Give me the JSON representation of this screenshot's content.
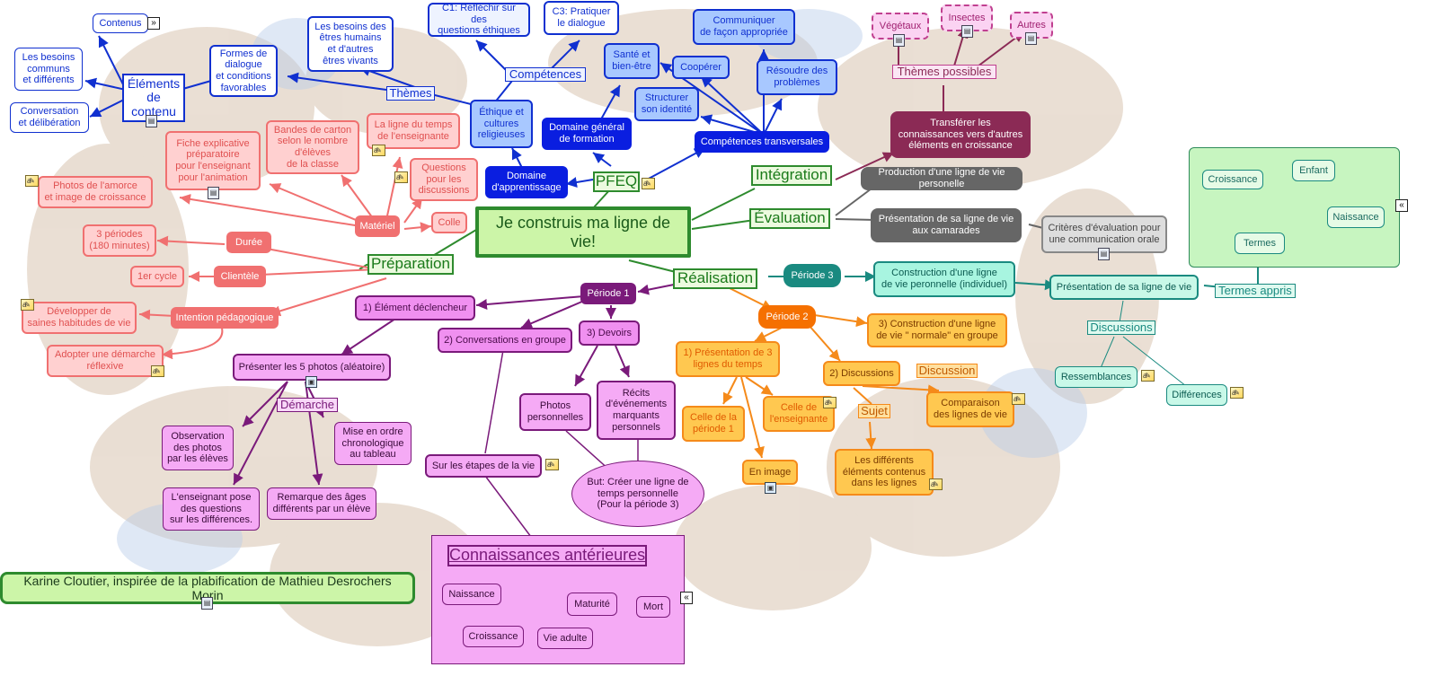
{
  "center": "Je construis ma ligne de vie!",
  "branches": {
    "preparation": "Préparation",
    "pfeq": "PFEQ",
    "realisation": "Réalisation",
    "integration": "Intégration",
    "evaluation": "Évaluation"
  },
  "labels": {
    "elements_contenu": "Éléments\nde contenu",
    "themes": "Thèmes",
    "competences": "Compétences",
    "themes_possibles": "Thèmes possibles",
    "demarche": "Démarche",
    "discussions": "Discussions",
    "discussion": "Discussion",
    "sujet": "Sujet",
    "termes_appris": "Termes appris",
    "connaissances": "Connaissances antérieures",
    "credit": "Karine Cloutier, inspirée de la plabification de Mathieu Desrochers Morin"
  },
  "nodes": {
    "contenus": "Contenus",
    "besoins_communs": "Les besoins\ncommuns\net différents",
    "conversation": "Conversation\net délibération",
    "formes_dialogue": "Formes de\ndialogue\net conditions\nfavorables",
    "besoins_humains": "Les besoins des\nêtres humains\net d'autres\nêtres vivants",
    "c1": "C1: Réfléchir sur des\nquestions éthiques",
    "c3": "C3: Pratiquer\nle dialogue",
    "ethique": "Éthique et\ncultures\nreligieuses",
    "sante": "Santé et\nbien-être",
    "communiquer": "Communiquer\nde façon appropriée",
    "cooperer": "Coopérer",
    "resoudre": "Résoudre des\nproblèmes",
    "structurer": "Structurer\nson identité",
    "domaine_general": "Domaine général\nde formation",
    "competences_transversales": "Compétences transversales",
    "domaine_apprentissage": "Domaine\nd'apprentissage",
    "vegetaux": "Végétaux",
    "insectes": "Insectes",
    "autres": "Autres",
    "transferer": "Transférer les\nconnaissances vers d'autres\néléments en croissance",
    "production": "Production d'une ligne de vie personelle",
    "presentation_camarades": "Présentation de sa ligne de vie\naux camarades",
    "criteres": "Critères d'évaluation pour\nune communication orale",
    "croissance_t": "Croissance",
    "enfant": "Enfant",
    "naissance_t": "Naissance",
    "termes": "Termes",
    "photos_amorce": "Photos de l'amorce\net image de croissance",
    "fiche": "Fiche explicative\npréparatoire\npour l'enseignant\npour l'animation",
    "bandes": "Bandes de carton\nselon le nombre\nd'élèves\nde la classe",
    "ligne_temps_ens": "La ligne du temps\nde l'enseignante",
    "questions": "Questions\npour les\ndiscussions",
    "colle": "Colle",
    "materiel": "Matériel",
    "periodes3": "3 périodes\n(180 minutes)",
    "duree": "Durée",
    "cycle1": "1er cycle",
    "clientele": "Clientèle",
    "developper": "Développer de\nsaines habitudes de vie",
    "intention": "Intention pédagogique",
    "adopter": "Adopter une démarche\nréflexive",
    "periode1": "Période 1",
    "element_declencheur": "1) Élément déclencheur",
    "conversations_groupe": "2) Conversations en groupe",
    "devoirs": "3) Devoirs",
    "presenter_photos": "Présenter les 5 photos (aléatoire)",
    "observation": "Observation\ndes photos\npar les élèves",
    "mise_ordre": "Mise en ordre\nchronologique\nau tableau",
    "enseignant_pose": "L'enseignant pose\ndes questions\nsur les différences.",
    "remarque": "Remarque des âges\ndifférents par un élève",
    "photos_perso": "Photos\npersonnelles",
    "recits": "Récits\nd'événements\nmarquants\npersonnels",
    "etapes": "Sur les étapes de la vie",
    "but": "But: Créer une ligne de\ntemps personnelle\n(Pour la période 3)",
    "periode3": "Période 3",
    "construction_indiv": "Construction d'une ligne\nde vie peronnelle (individuel)",
    "presentation_ligne": "Présentation de sa ligne de vie",
    "ressemblances": "Ressemblances",
    "differences": "Différences",
    "periode2": "Période 2",
    "construction_groupe": "3) Construction d'une ligne\nde vie \" normale\" en groupe",
    "presentation_3": "1) Présentation de 3\nlignes du temps",
    "discussions_2": "2) Discussions",
    "celle_p1": "Celle de la\npériode 1",
    "celle_ens": "Celle de\nl'enseignante",
    "comparaison": "Comparaison\ndes lignes de vie",
    "en_image": "En image",
    "differents_elements": "Les différents\néléments contenus\ndans les lignes",
    "naissance_c": "Naissance",
    "maturite": "Maturité",
    "mort": "Mort",
    "croissance_c": "Croissance",
    "vie_adulte": "Vie adulte"
  },
  "colors": {
    "green": "#2e8b2e",
    "blue": "#1030d0",
    "salmon": "#f07070",
    "purple": "#7a1a7a",
    "magenta": "#e060e0",
    "orange": "#f58a1a",
    "teal": "#1a8a80",
    "gray": "#666666",
    "maroon": "#8b2a55"
  }
}
